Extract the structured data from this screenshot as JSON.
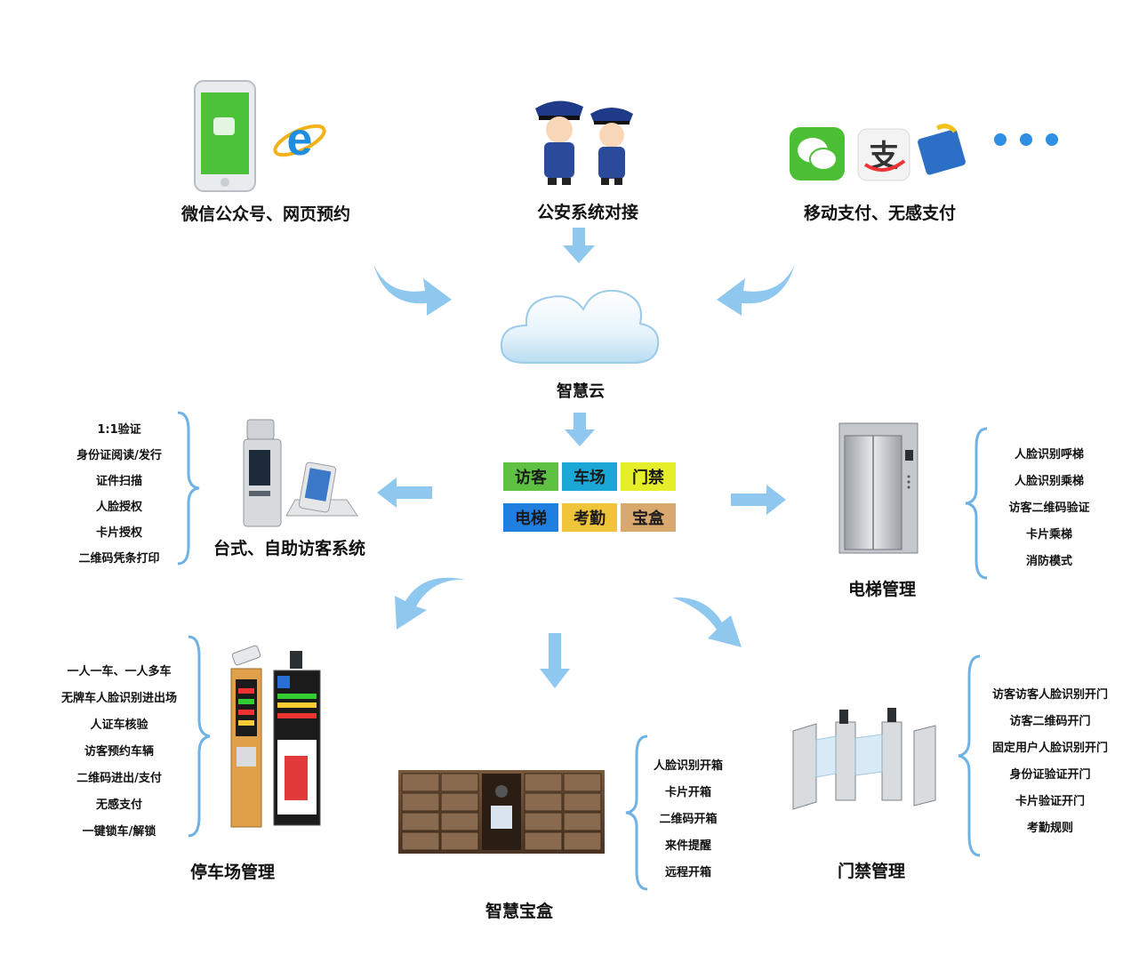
{
  "top": {
    "booking": {
      "label": "微信公众号、网页预约"
    },
    "police": {
      "label": "公安系统对接"
    },
    "payment": {
      "label": "移动支付、无感支付"
    }
  },
  "cloud": {
    "label": "智慧云"
  },
  "modules": [
    "访客",
    "车场",
    "门禁",
    "电梯",
    "考勤",
    "宝盒"
  ],
  "module_colors": [
    "#5fc141",
    "#1ca8d6",
    "#e6ee2a",
    "#1f7fe0",
    "#f0c53a",
    "#d9a86f"
  ],
  "visitor_system": {
    "label": "台式、自助访客系统",
    "features": [
      "1:1验证",
      "身份证阅读/发行",
      "证件扫描",
      "人脸授权",
      "卡片授权",
      "二维码凭条打印"
    ]
  },
  "elevator": {
    "label": "电梯管理",
    "features": [
      "人脸识别呼梯",
      "人脸识别乘梯",
      "访客二维码验证",
      "卡片乘梯",
      "消防模式"
    ]
  },
  "parking": {
    "label": "停车场管理",
    "features": [
      "一人一车、一人多车",
      "无牌车人脸识别进出场",
      "人证车核验",
      "访客预约车辆",
      "二维码进出/支付",
      "无感支付",
      "一键锁车/解锁"
    ]
  },
  "smartbox": {
    "label": "智慧宝盒",
    "features": [
      "人脸识别开箱",
      "卡片开箱",
      "二维码开箱",
      "来件提醒",
      "远程开箱"
    ]
  },
  "access": {
    "label": "门禁管理",
    "features": [
      "访客访客人脸识别开门",
      "访客二维码开门",
      "固定用户人脸识别开门",
      "身份证验证开门",
      "卡片验证开门",
      "考勤规则"
    ]
  }
}
